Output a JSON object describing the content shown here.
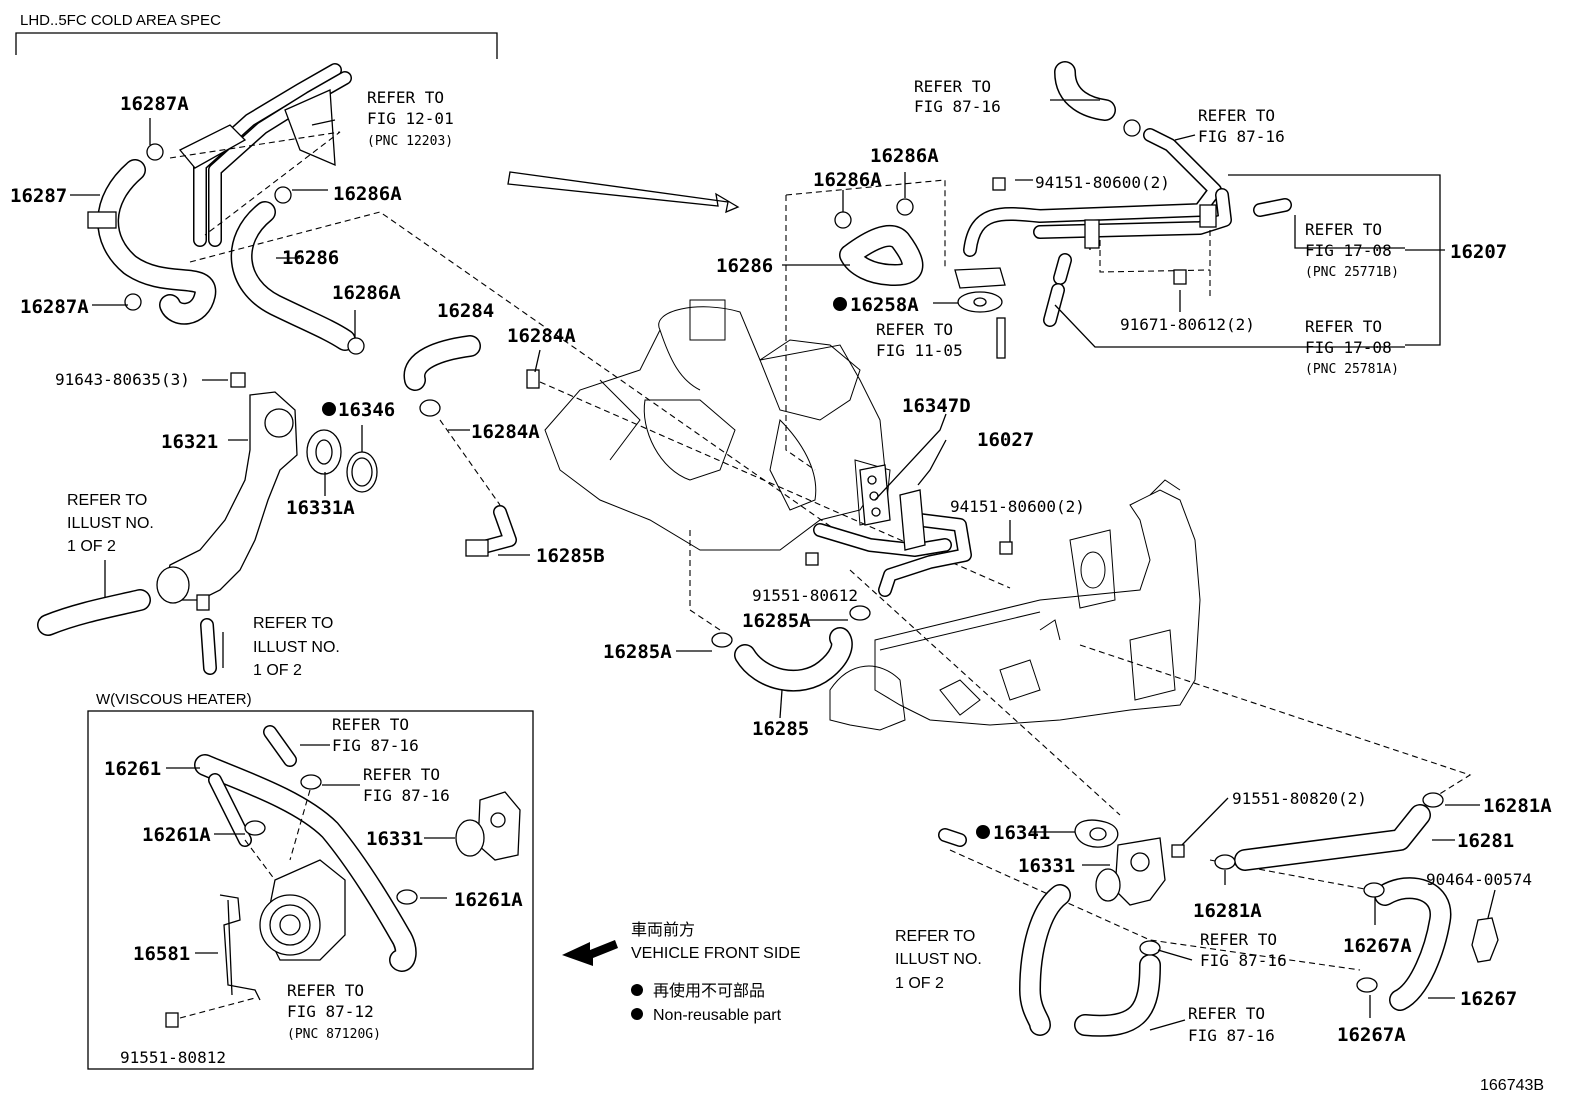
{
  "header": {
    "title": "LHD..5FC COLD AREA SPEC",
    "viscous_box_title": "W(VISCOUS HEATER)",
    "fig_id": "166743B"
  },
  "legend": {
    "front_jp": "車両前方",
    "front_en": "VEHICLE FRONT SIDE",
    "nonreuse_jp": "再使用不可部品",
    "nonreuse_en": "Non-reusable part",
    "dot": "●"
  },
  "parts": {
    "p16287A_top": "16287A",
    "p16287": "16287",
    "p16287A_bot": "16287A",
    "p16286A_a": "16286A",
    "p16286_a": "16286",
    "p16286A_b": "16286A",
    "p91643": "91643-80635(3)",
    "p16346": "16346",
    "p16321": "16321",
    "p16331A": "16331A",
    "p16284": "16284",
    "p16284A_a": "16284A",
    "p16284A_b": "16284A",
    "p16285B": "16285B",
    "p16286A_c": "16286A",
    "p16286A_d": "16286A",
    "p16286_b": "16286",
    "p94151_a": "94151-80600(2)",
    "p16258A": "16258A",
    "p91671": "91671-80612(2)",
    "p16207": "16207",
    "p16347D": "16347D",
    "p16027": "16027",
    "p94151_b": "94151-80600(2)",
    "p91551_612": "91551-80612",
    "p16285A_a": "16285A",
    "p16285A_b": "16285A",
    "p16285": "16285",
    "p16261": "16261",
    "p16261A_a": "16261A",
    "p16331_v": "16331",
    "p16261A_b": "16261A",
    "p16581": "16581",
    "p91551_812": "91551-80812",
    "p91551_820": "91551-80820(2)",
    "p16281A_a": "16281A",
    "p16281": "16281",
    "p16341": "16341",
    "p16331_b": "16331",
    "p16281A_b": "16281A",
    "p90464": "90464-00574",
    "p16267A_a": "16267A",
    "p16267": "16267",
    "p16267A_b": "16267A"
  },
  "refs": {
    "r1": [
      "REFER TO",
      "FIG 12-01",
      "(PNC 12203)"
    ],
    "r2": [
      "REFER TO",
      "FIG 87-16"
    ],
    "r3": [
      "REFER TO",
      "FIG 87-16"
    ],
    "r4": [
      "REFER TO",
      "FIG 17-08",
      "(PNC 25771B)"
    ],
    "r5": [
      "REFER TO",
      "FIG 17-08",
      "(PNC 25781A)"
    ],
    "r6": [
      "REFER TO",
      "FIG 11-05"
    ],
    "r7": [
      "REFER TO",
      "ILLUST NO.",
      "1 OF 2"
    ],
    "r8": [
      "REFER TO",
      "ILLUST NO.",
      "1 OF 2"
    ],
    "r9": [
      "REFER TO",
      "FIG 87-16"
    ],
    "r10": [
      "REFER TO",
      "FIG 87-16"
    ],
    "r11": [
      "REFER TO",
      "FIG 87-12",
      "(PNC 87120G)"
    ],
    "r12": [
      "REFER TO",
      "ILLUST NO.",
      "1 OF 2"
    ],
    "r13": [
      "REFER TO",
      "FIG 87-16"
    ],
    "r14": [
      "REFER TO",
      "FIG 87-16"
    ]
  }
}
